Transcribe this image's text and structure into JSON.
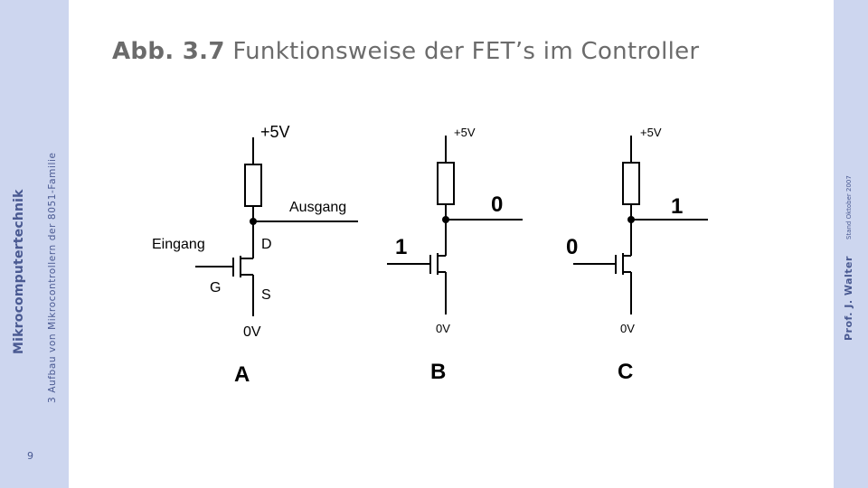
{
  "sidebar": {
    "course": "Mikrocomputertechnik",
    "chapter": "3 Aufbau von Mikrocontrollern der 8051-Familie",
    "page_number": "9",
    "author": "Prof. J. Walter",
    "stand": "Stand Oktober 2007"
  },
  "slide": {
    "title_number": "Abb. 3.7",
    "title_text": "Funktionsweise der FET’s im Controller"
  },
  "diagram": {
    "a": {
      "supply": "+5V",
      "output": "Ausgang",
      "input": "Eingang",
      "drain": "D",
      "gate": "G",
      "source": "S",
      "ground": "0V",
      "caption": "A"
    },
    "b": {
      "supply": "+5V",
      "input_value": "1",
      "output_value": "0",
      "ground": "0V",
      "caption": "B"
    },
    "c": {
      "supply": "+5V",
      "input_value": "0",
      "output_value": "1",
      "ground": "0V",
      "caption": "C"
    }
  }
}
